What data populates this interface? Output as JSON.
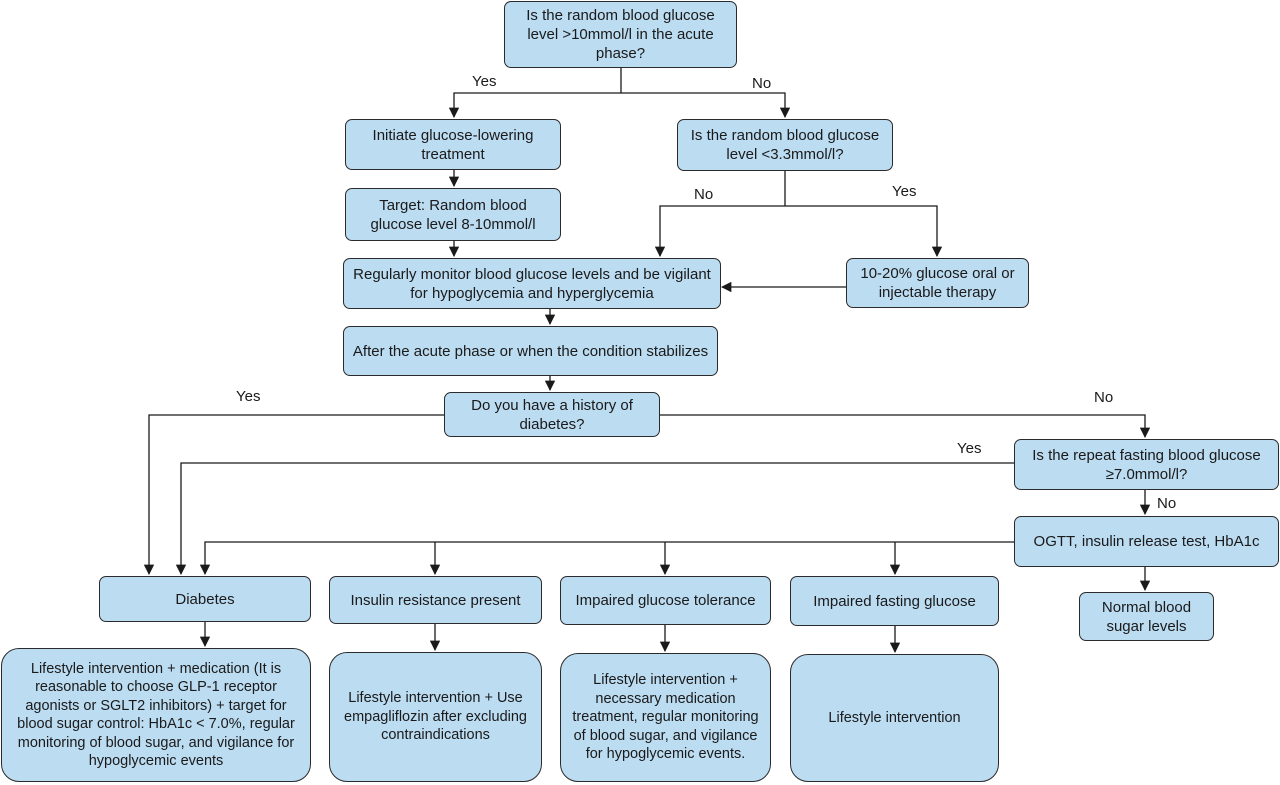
{
  "nodes": {
    "q_acute": "Is the random blood glucose level >10mmol/l in the acute phase?",
    "initiate": "Initiate glucose-lowering treatment",
    "target": "Target: Random blood glucose level 8-10mmol/l",
    "q_low": "Is the random blood glucose level <3.3mmol/l?",
    "glucose_therapy": "10-20% glucose oral or injectable therapy",
    "monitor": "Regularly monitor blood glucose levels and be vigilant for hypoglycemia and hyperglycemia",
    "after_acute": "After the acute phase or when the condition stabilizes",
    "q_history": "Do you have a history of diabetes?",
    "q_fasting": "Is the repeat fasting blood glucose ≥7.0mmol/l?",
    "ogtt": "OGTT, insulin release test, HbA1c",
    "diabetes": "Diabetes",
    "insulin_resistance": "Insulin resistance present",
    "igt": "Impaired glucose tolerance",
    "ifg": "Impaired fasting glucose",
    "normal": "Normal blood sugar levels",
    "diabetes_tx": "Lifestyle intervention + medication (It is reasonable to choose GLP-1 receptor agonists or SGLT2 inhibitors) + target for blood sugar control: HbA1c < 7.0%, regular monitoring of blood sugar, and vigilance for hypoglycemic events",
    "ir_tx": "Lifestyle intervention + Use empagliflozin after excluding contraindications",
    "igt_tx": "Lifestyle intervention + necessary medication treatment, regular monitoring of blood sugar, and vigilance for hypoglycemic events.",
    "ifg_tx": "Lifestyle intervention"
  },
  "labels": {
    "acute_yes": "Yes",
    "acute_no": "No",
    "low_no": "No",
    "low_yes": "Yes",
    "history_yes": "Yes",
    "history_no": "No",
    "fasting_yes": "Yes",
    "fasting_no": "No"
  },
  "colors": {
    "box_fill": "#bcdcf2",
    "box_border": "#2b2b2b",
    "line": "#1a1a1a"
  }
}
